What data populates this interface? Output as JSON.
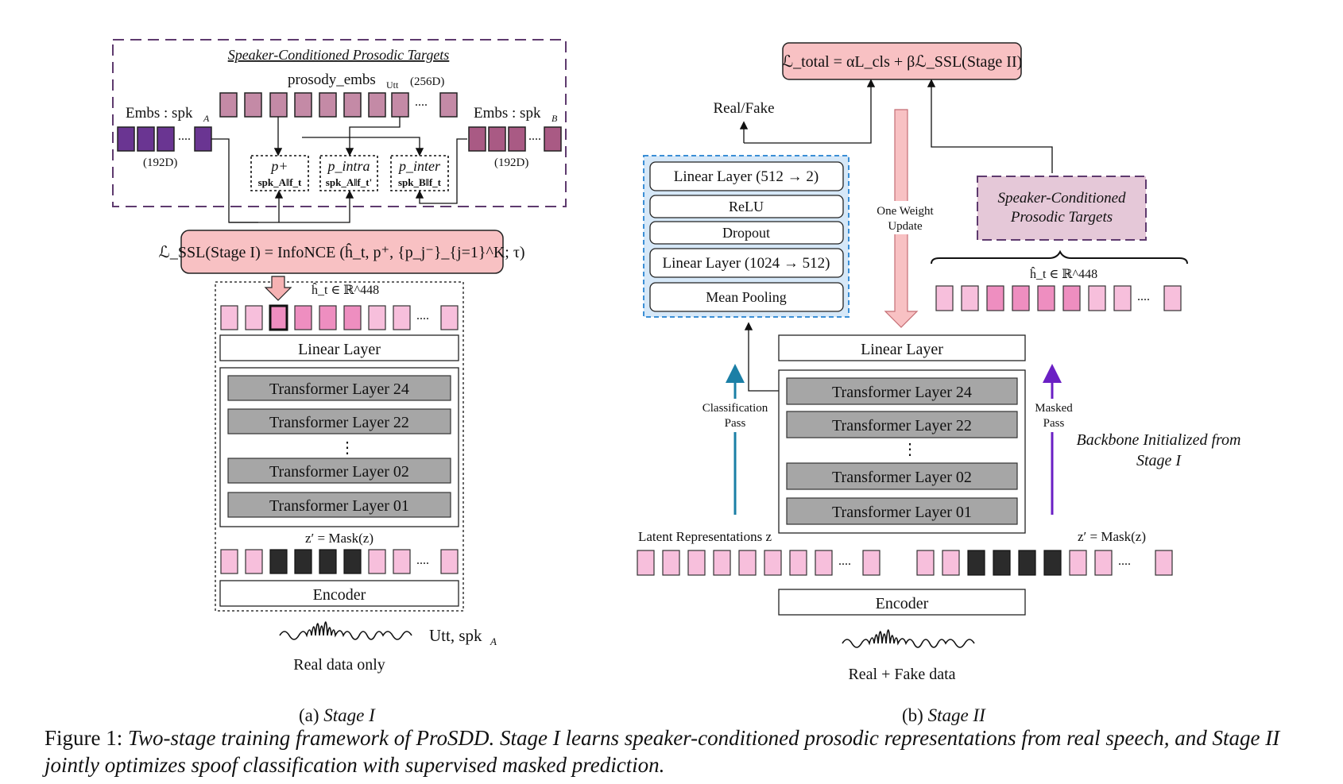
{
  "stage1": {
    "box_title": "Speaker-Conditioned Prosodic Targets",
    "prosody_label": "prosody_embs",
    "prosody_sub": "Utt",
    "prosody_dim": "(256D)",
    "emb_a": "Embs : spk",
    "emb_a_sub": "A",
    "emb_b": "Embs : spk",
    "emb_b_sub": "B",
    "dim_a": "(192D)",
    "dim_b": "(192D)",
    "ellipsis": "....",
    "p_plus": "p+",
    "p_plus_cond": "spk_A‖f_t",
    "p_intra": "p_intra",
    "p_intra_cond": "spk_A‖f_t'",
    "p_inter": "p_inter",
    "p_inter_cond": "spk_B‖f_t",
    "loss": "ℒ_SSL(Stage I) = InfoNCE (ĥ_t, p⁺, {p_j⁻}_{j=1}^K; τ)",
    "h_label": "ĥ_t ∈ ℝ^448",
    "linear_layer": "Linear Layer",
    "transformer_layers": [
      "Transformer Layer 24",
      "Transformer Layer 22",
      "Transformer Layer 02",
      "Transformer Layer 01"
    ],
    "vdots": "⋮",
    "mask_label": "z′ = Mask(z)",
    "encoder": "Encoder",
    "utt_label": "Utt, spk",
    "utt_sub": "A",
    "data_note": "Real data only"
  },
  "stage2": {
    "loss_total": "ℒ_total = αL_cls + βℒ_SSL(Stage II)",
    "real_fake": "Real/Fake",
    "head_layers": [
      "Linear Layer (512 → 2)",
      "ReLU",
      "Dropout",
      "Linear Layer (1024 → 512)",
      "Mean Pooling"
    ],
    "one_weight": "One Weight",
    "update": "Update",
    "targets_line1": "Speaker-Conditioned",
    "targets_line2": "Prosodic Targets",
    "h_label": "ĥ_t ∈ ℝ^448",
    "linear_layer": "Linear Layer",
    "transformer_layers": [
      "Transformer Layer 24",
      "Transformer Layer 22",
      "Transformer Layer 02",
      "Transformer Layer 01"
    ],
    "vdots": "⋮",
    "classification": "Classification",
    "pass1": "Pass",
    "masked": "Masked",
    "pass2": "Pass",
    "backbone1": "Backbone Initialized from",
    "backbone2": "Stage I",
    "latent_label": "Latent Representations z",
    "mask_label": "z′ = Mask(z)",
    "encoder": "Encoder",
    "ellipsis": "....",
    "data_note": "Real + Fake data"
  },
  "captions": {
    "a_prefix": "(a)",
    "a_label": "Stage I",
    "b_prefix": "(b)",
    "b_label": "Stage II",
    "figure_prefix": "Figure 1:",
    "figure_text": "Two-stage training framework of ProSDD. Stage I learns speaker-conditioned prosodic representations from real speech, and Stage II jointly optimizes spoof classification with supervised masked prediction."
  },
  "colors": {
    "pink_light": "#f7bfdc",
    "pink_mid": "#ee8ec0",
    "mauve": "#c48aa6",
    "purple": "#6a3592",
    "loss_fill": "#f8c1c3",
    "gray_layer": "#a6a6a6",
    "blue_dashed": "#d6e8f8",
    "targets_fill": "#e5c8d8"
  }
}
